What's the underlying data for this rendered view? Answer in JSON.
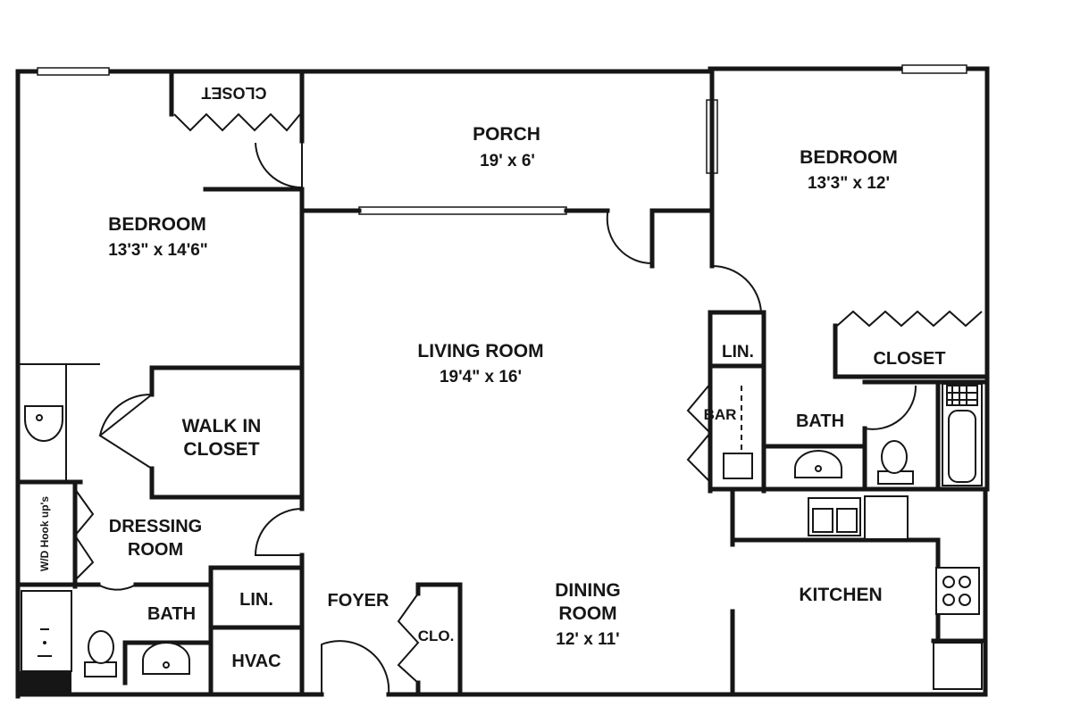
{
  "rooms": {
    "porch": {
      "name": "PORCH",
      "dims": "19' x 6'"
    },
    "bedroom_left": {
      "name": "BEDROOM",
      "dims": "13'3\" x 14'6\""
    },
    "bedroom_right": {
      "name": "BEDROOM",
      "dims": "13'3\" x 12'"
    },
    "living_room": {
      "name": "LIVING ROOM",
      "dims": "19'4\" x 16'"
    },
    "dining_room": {
      "name_line1": "DINING",
      "name_line2": "ROOM",
      "dims": "12' x 11'"
    },
    "walk_in_closet": {
      "line1": "WALK IN",
      "line2": "CLOSET"
    },
    "dressing_room": {
      "line1": "DRESSING",
      "line2": "ROOM"
    },
    "bath_left": {
      "name": "BATH"
    },
    "bath_right": {
      "name": "BATH"
    },
    "lin_left": {
      "name": "LIN."
    },
    "lin_right": {
      "name": "LIN."
    },
    "hvac": {
      "name": "HVAC"
    },
    "foyer": {
      "name": "FOYER"
    },
    "clo": {
      "name": "CLO."
    },
    "kitchen": {
      "name": "KITCHEN"
    },
    "closet_top": {
      "name": "CLOSET"
    },
    "closet_right": {
      "name": "CLOSET"
    },
    "bar": {
      "name": "BAR"
    },
    "wd": {
      "name": "W/D Hook up's"
    }
  },
  "colors": {
    "ink": "#161616",
    "paper": "#ffffff"
  }
}
